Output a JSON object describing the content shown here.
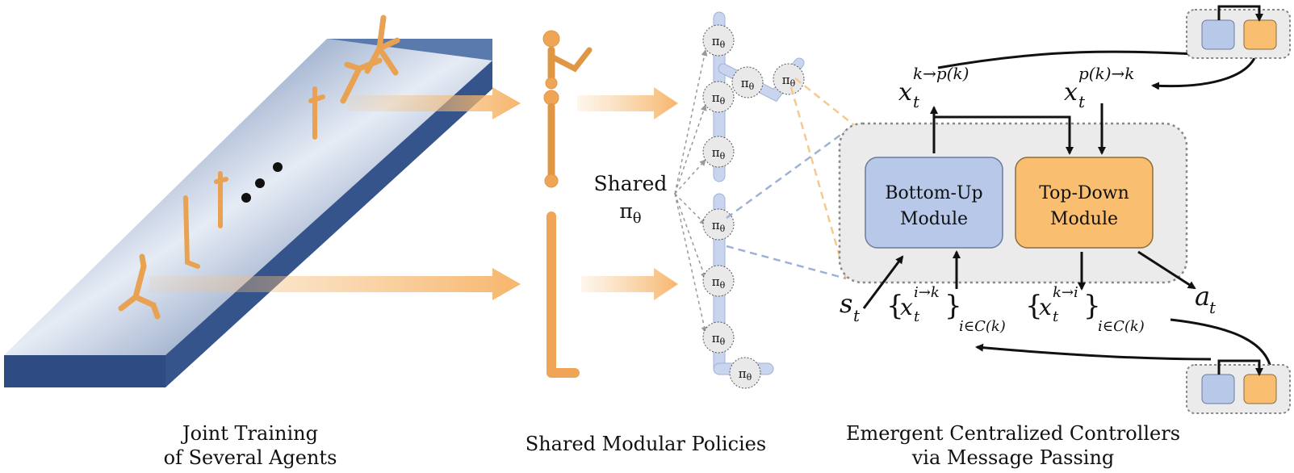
{
  "captions": {
    "left_line1": "Joint Training",
    "left_line2": "of Several Agents",
    "middle": "Shared Modular Policies",
    "right_line1": "Emergent Centralized Controllers",
    "right_line2": "via Message Passing"
  },
  "shared_label_line1": "Shared",
  "shared_label_line2": "πθ",
  "policy_symbol": "π",
  "policy_subscript": "θ",
  "modules": {
    "bottom_up_line1": "Bottom-Up",
    "bottom_up_line2": "Module",
    "top_down_line1": "Top-Down",
    "top_down_line2": "Module"
  },
  "math": {
    "x": "x",
    "t": "t",
    "up_msg_sup": "k→p(k)",
    "down_msg_sup": "p(k)→k",
    "child_in_sup": "i→k",
    "child_out_sup": "k→i",
    "child_set_sub": "i∈C(k)",
    "s": "s",
    "a": "a",
    "brace_open": "{",
    "brace_close": "}"
  },
  "colors": {
    "platform": "#3f5f97",
    "agent": "#f0a653",
    "bottom_up": "#b7c8e8",
    "top_down": "#f9be6f",
    "controller_bg": "#ebebeb",
    "limb": "#c9d5ee"
  }
}
